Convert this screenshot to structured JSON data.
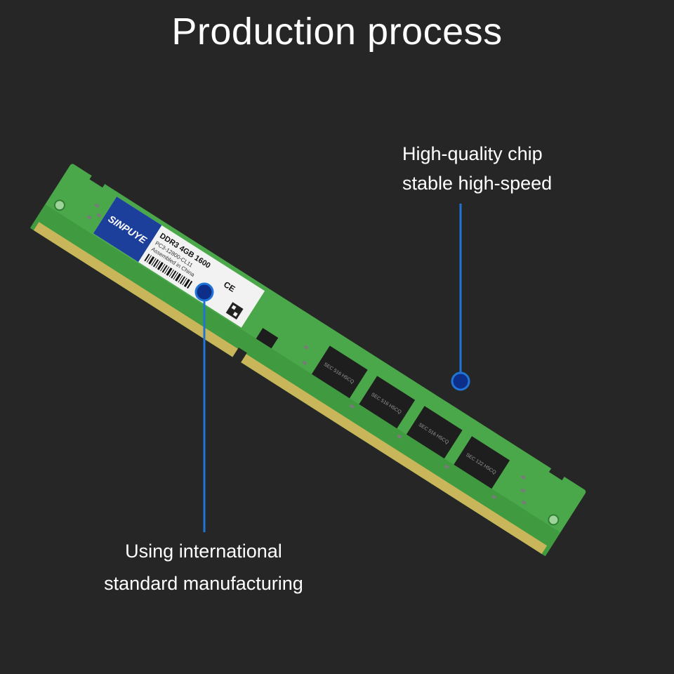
{
  "title": "Production process",
  "callouts": {
    "chip": {
      "line1": "High-quality chip",
      "line2": "stable high-speed"
    },
    "manufacturing": {
      "line1": "Using international",
      "line2": "standard manufacturing"
    }
  },
  "module_label": {
    "brand": "SINPUYE",
    "spec": "DDR3  4GB  1600",
    "part": "PC3-12800-CL11",
    "origin": "Assembled in China",
    "ce_mark": "CE"
  },
  "chip_markings": [
    "SEC 516 H5CQ",
    "SEC 516 H5CQ",
    "SEC 516 H5CQ",
    "SEC 122 H5CQ"
  ],
  "colors": {
    "background": "#262626",
    "pcb": "#4aa84a",
    "contacts": "#c9b65a",
    "label_brand": "#1c3f9c",
    "leader": "#1f74d6"
  }
}
